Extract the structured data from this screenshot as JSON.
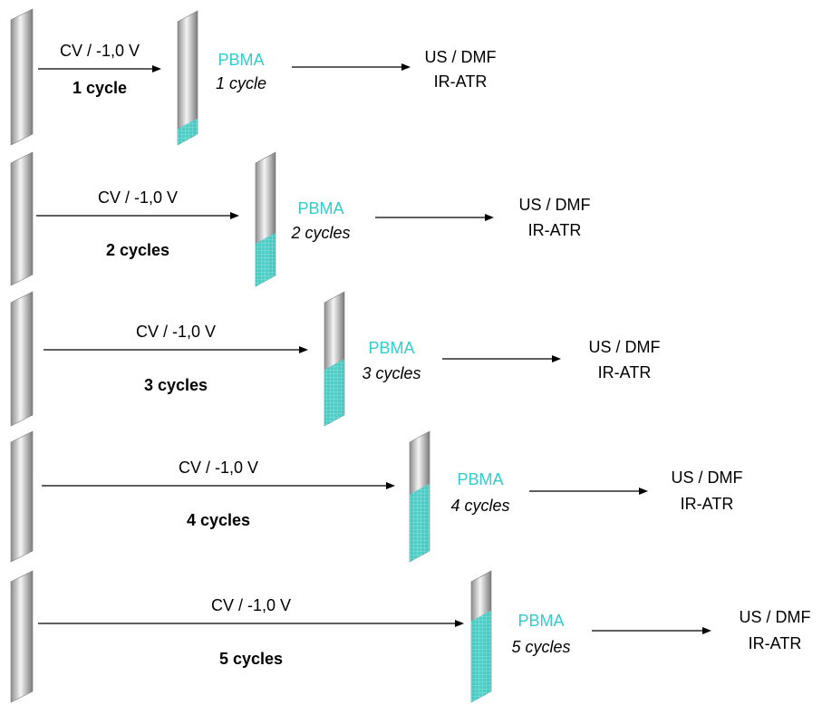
{
  "colors": {
    "polymer": "#33cccc",
    "electrode": "#9a9a9a",
    "text": "#000000"
  },
  "rows": [
    {
      "method": "CV / -1,0 V",
      "cycles": "1 cycle",
      "polymer": "PBMA",
      "cycles_italic": "1 cycle",
      "analysis_1": "US / DMF",
      "analysis_2": "IR-ATR",
      "coating_fraction": 0.2
    },
    {
      "method": "CV / -1,0 V",
      "cycles": "2 cycles",
      "polymer": "PBMA",
      "cycles_italic": "2 cycles",
      "analysis_1": "US / DMF",
      "analysis_2": "IR-ATR",
      "coating_fraction": 0.4
    },
    {
      "method": "CV / -1,0 V",
      "cycles": "3 cycles",
      "polymer": "PBMA",
      "cycles_italic": "3 cycles",
      "analysis_1": "US / DMF",
      "analysis_2": "IR-ATR",
      "coating_fraction": 0.5
    },
    {
      "method": "CV / -1,0 V",
      "cycles": "4 cycles",
      "polymer": "PBMA",
      "cycles_italic": "4 cycles",
      "analysis_1": "US / DMF",
      "analysis_2": "IR-ATR",
      "coating_fraction": 0.6
    },
    {
      "method": "CV / -1,0 V",
      "cycles": "5 cycles",
      "polymer": "PBMA",
      "cycles_italic": "5 cycles",
      "analysis_1": "US / DMF",
      "analysis_2": "IR-ATR",
      "coating_fraction": 0.7
    }
  ]
}
